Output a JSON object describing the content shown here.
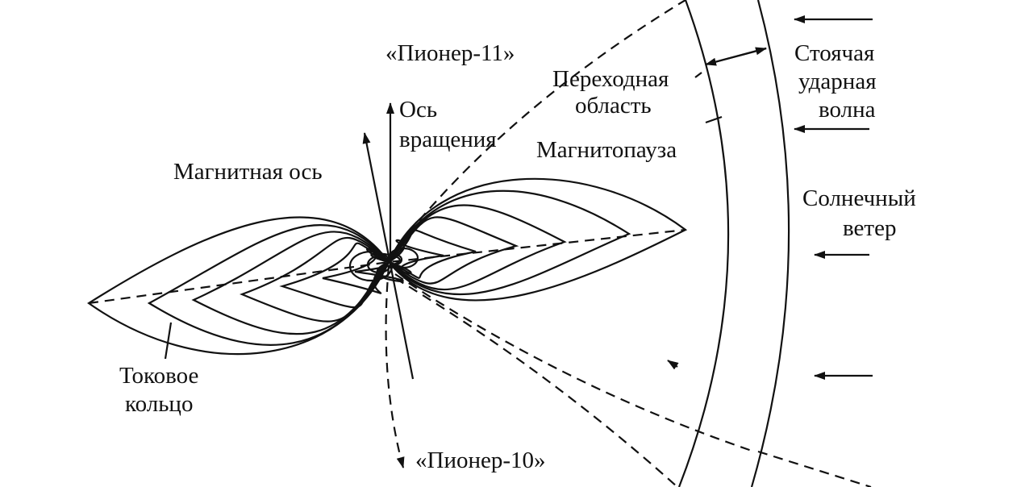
{
  "labels": {
    "pioneer11": "«Пионер-11»",
    "transition1": "Переходная",
    "transition2": "область",
    "axis1": "Ось",
    "axis2": "вращения",
    "magnetic_axis": "Магнитная ось",
    "magnetopause": "Магнитопауза",
    "shock1": "Стоячая",
    "shock2": "ударная",
    "shock3": "волна",
    "wind1": "Солнечный",
    "wind2": "ветер",
    "ring1": "Токовое",
    "ring2": "кольцо",
    "pioneer10": "«Пионер-10»"
  }
}
